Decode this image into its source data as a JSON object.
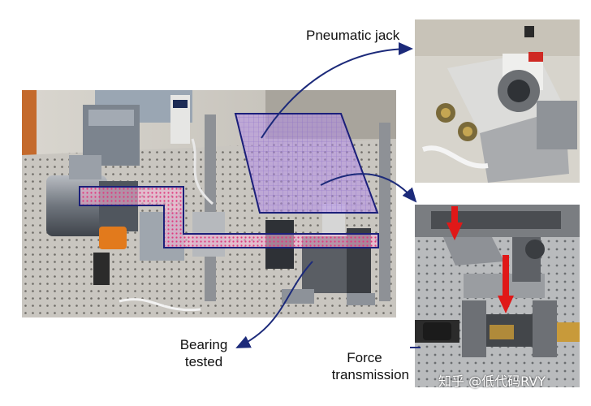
{
  "labels": {
    "pneumatic_jack": "Pneumatic jack",
    "bearing_line1": "Bearing",
    "bearing_line2": "tested",
    "force_line1": "Force",
    "force_line2": "transmission"
  },
  "watermark": "知乎 @低代码RVY",
  "colors": {
    "arrow": "#1c2a7a",
    "highlight_outline": "#1b1f7a",
    "highlight_fill": "#b48fe6",
    "shaft_path": "#e05a9a",
    "red_arrow": "#e01818"
  }
}
